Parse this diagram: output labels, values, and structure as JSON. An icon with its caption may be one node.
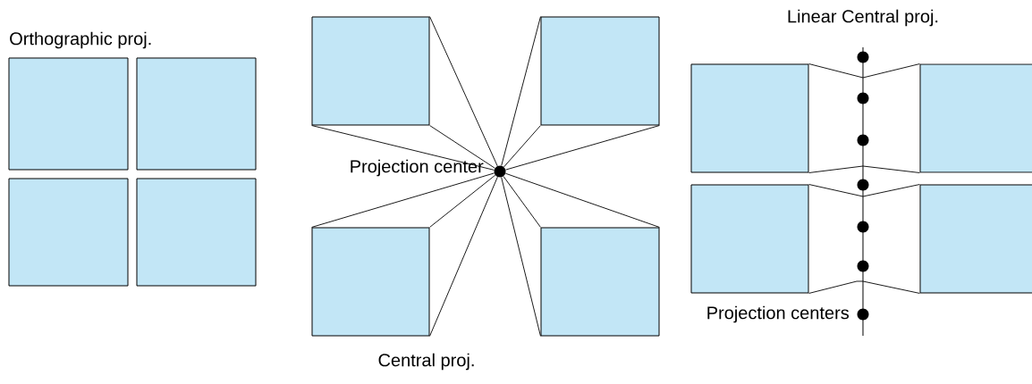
{
  "diagram": {
    "nodes": [
      {
        "text": [],
        "shape": "box"
      },
      {
        "text": [],
        "shape": "box"
      },
      {
        "text": [],
        "shape": "box"
      },
      {
        "text": [],
        "shape": "box"
      },
      {
        "text": [],
        "shape": "box"
      },
      {
        "text": [],
        "shape": "box"
      },
      {
        "text": [],
        "shape": "box"
      },
      {
        "text": [],
        "shape": "box"
      },
      {
        "text": [],
        "shape": "circle"
      },
      {
        "text": [],
        "shape": "box"
      },
      {
        "text": [],
        "shape": "box"
      },
      {
        "text": [],
        "shape": "box"
      },
      {
        "text": [],
        "shape": "box"
      }
    ],
    "edges": [
      {
        "from": 4,
        "to": 8,
        "arrow": "none"
      },
      {
        "from": 4,
        "to": 8,
        "arrow": "none"
      },
      {
        "from": 4,
        "to": 8,
        "arrow": "none"
      },
      {
        "from": 5,
        "to": 8,
        "arrow": "none"
      },
      {
        "from": 5,
        "to": 8,
        "arrow": "none"
      },
      {
        "from": 5,
        "to": 8,
        "arrow": "none"
      },
      {
        "from": 6,
        "to": 8,
        "arrow": "none"
      },
      {
        "from": 6,
        "to": 8,
        "arrow": "none"
      },
      {
        "from": 6,
        "to": 8,
        "arrow": "none"
      },
      {
        "from": 7,
        "to": 8,
        "arrow": "none"
      },
      {
        "from": 7,
        "to": 8,
        "arrow": "none"
      },
      {
        "from": 7,
        "to": 8,
        "arrow": "none"
      },
      {
        "from": 9,
        "to": 10,
        "arrow": "none"
      },
      {
        "from": 9,
        "to": 10,
        "arrow": "none"
      },
      {
        "from": 11,
        "to": 12,
        "arrow": "none"
      },
      {
        "from": 11,
        "to": 12,
        "arrow": "none"
      }
    ],
    "labels": [
      "Orthographic proj.",
      "Linear Central proj.",
      "Projection center",
      "Projection centers",
      "Central proj."
    ]
  }
}
